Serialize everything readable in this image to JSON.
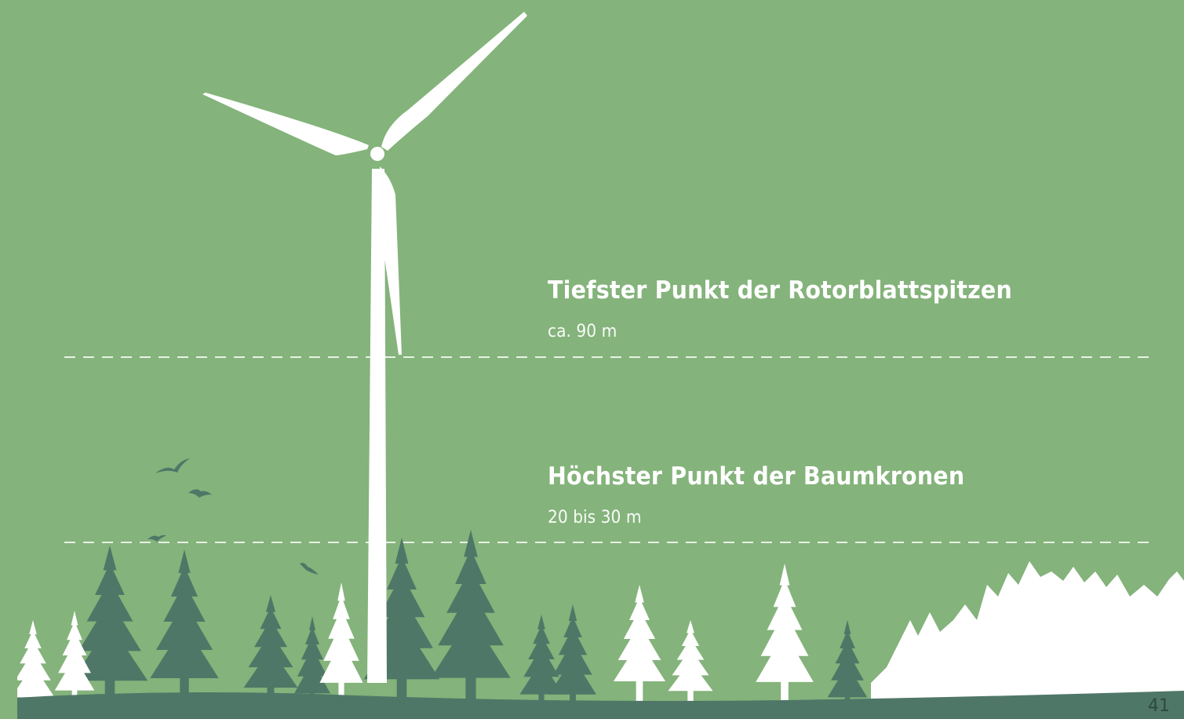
{
  "annotations": {
    "rotor_tip": {
      "title": "Tiefster Punkt der Rotorblattspitzen",
      "value": "ca. 90 m"
    },
    "tree_crowns": {
      "title": "Höchster Punkt der Baumkronen",
      "value": "20 bis 30 m"
    }
  },
  "page_number": "41",
  "colors": {
    "background": "#84b37b",
    "dark_trees": "#4f7767",
    "ground": "#4f7767",
    "turbine": "#ffffff",
    "light_trees": "#ffffff",
    "birds": "#4f7767"
  },
  "icons": [
    "wind-turbine-icon",
    "bird-icon",
    "conifer-tree-icon"
  ]
}
